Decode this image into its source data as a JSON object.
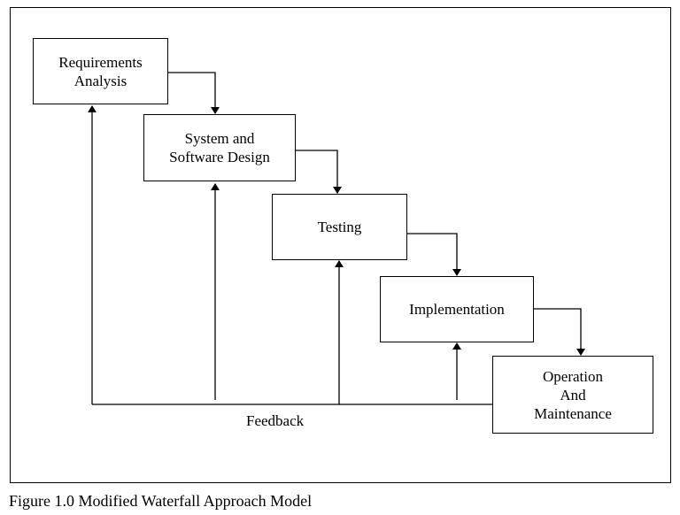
{
  "diagram": {
    "boxes": [
      {
        "id": "requirements",
        "label": "Requirements\nAnalysis"
      },
      {
        "id": "design",
        "label": "System and\nSoftware Design"
      },
      {
        "id": "testing",
        "label": "Testing"
      },
      {
        "id": "implementation",
        "label": "Implementation"
      },
      {
        "id": "operation",
        "label": "Operation\nAnd\nMaintenance"
      }
    ],
    "feedback_label": "Feedback"
  },
  "caption": "Figure 1.0 Modified Waterfall Approach Model"
}
